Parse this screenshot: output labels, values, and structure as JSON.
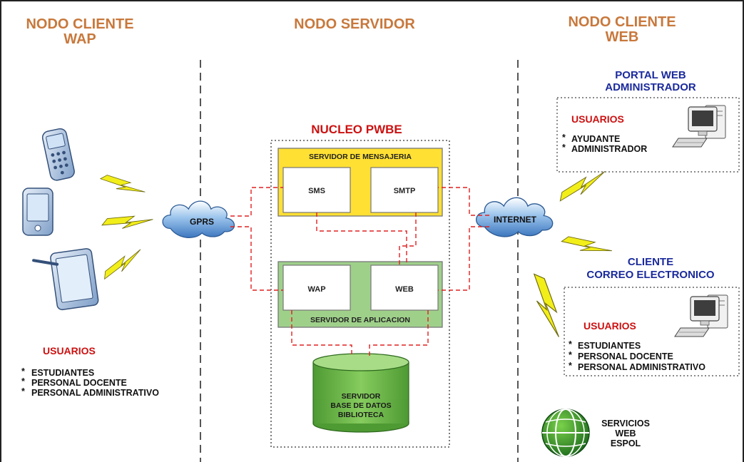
{
  "sections": {
    "wap": {
      "title_line1": "NODO CLIENTE",
      "title_line2": "WAP"
    },
    "server": {
      "title": "NODO SERVIDOR"
    },
    "web": {
      "title_line1": "NODO CLIENTE",
      "title_line2": "WEB"
    }
  },
  "core": {
    "title": "NUCLEO PWBE",
    "messaging_server": {
      "label": "SERVIDOR DE MENSAJERIA",
      "modules": [
        "SMS",
        "SMTP"
      ]
    },
    "application_server": {
      "label": "SERVIDOR DE APLICACION",
      "modules": [
        "WAP",
        "WEB"
      ]
    },
    "database": {
      "line1": "SERVIDOR",
      "line2": "BASE DE DATOS",
      "line3": "BIBLIOTECA"
    }
  },
  "clouds": {
    "gprs": "GPRS",
    "internet": "INTERNET"
  },
  "wap_users": {
    "title": "USUARIOS",
    "items": [
      "ESTUDIANTES",
      "PERSONAL DOCENTE",
      "PERSONAL ADMINISTRATIVO"
    ]
  },
  "admin_portal": {
    "title_line1": "PORTAL WEB",
    "title_line2": "ADMINISTRADOR",
    "users_title": "USUARIOS",
    "items": [
      "AYUDANTE",
      "ADMINISTRADOR"
    ]
  },
  "email_client": {
    "title_line1": "CLIENTE",
    "title_line2": "CORREO ELECTRONICO",
    "users_title": "USUARIOS",
    "items": [
      "ESTUDIANTES",
      "PERSONAL DOCENTE",
      "PERSONAL ADMINISTRATIVO"
    ]
  },
  "web_services": {
    "line1": "SERVICIOS",
    "line2": "WEB",
    "line3": "ESPOL"
  },
  "colors": {
    "section_title": "#c8783c",
    "users_title": "#cc1111",
    "portal_title": "#1a2a9c",
    "core_title": "#cc1111",
    "messaging_fill": "#ffe033",
    "application_fill": "#9fd08a",
    "database_fill": "#7cc45a",
    "connector": "#e02020",
    "lightning": "#f2ee1a"
  },
  "icons": [
    "mobile-phone-icon",
    "pda-icon",
    "tablet-icon",
    "desktop-computer-icon",
    "globe-icon",
    "lightning-icon",
    "cloud-icon"
  ]
}
